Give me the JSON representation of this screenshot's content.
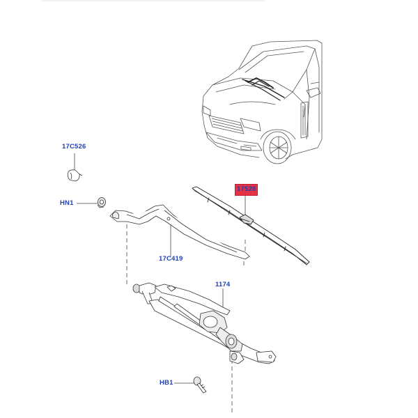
{
  "diagram": {
    "callouts": {
      "part_17c526": "17C526",
      "part_hn1": "HN1",
      "part_17c419": "17C419",
      "part_1174": "1174",
      "part_17528": "17528",
      "part_hb1": "HB1"
    },
    "highlighted_part": "17528",
    "colors": {
      "callout_text": "#1f3fb4",
      "highlight_fill": "#e53346",
      "line_art": "#333333"
    }
  }
}
